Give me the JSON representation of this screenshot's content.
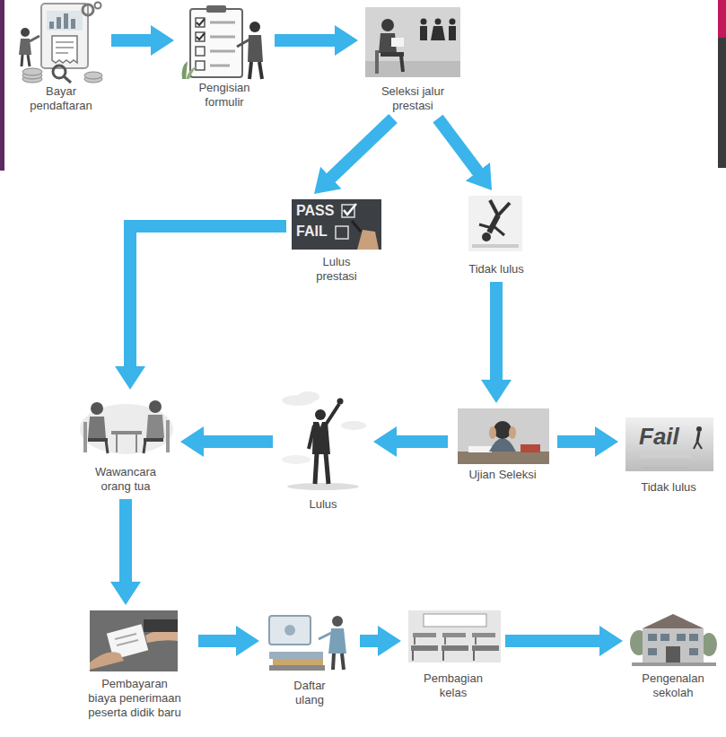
{
  "diagram": {
    "nodes": [
      {
        "text": [
          "Bayar pendaftaran"
        ]
      },
      {
        "text": [
          "Pengisian formulir"
        ]
      },
      {
        "text": [
          "Seleksi jalur prestasi"
        ]
      },
      {
        "text": [
          "Lulus prestasi"
        ]
      },
      {
        "text": [
          "Tidak lulus"
        ]
      },
      {
        "text": [
          "Wawancara orang tua"
        ]
      },
      {
        "text": [
          "Lulus"
        ]
      },
      {
        "text": [
          "Ujian Seleksi"
        ]
      },
      {
        "text": [
          "Tidak lulus"
        ]
      },
      {
        "text": [
          "Pembayaran biaya penerimaan peserta didik baru"
        ]
      },
      {
        "text": [
          "Daftar ulang"
        ]
      },
      {
        "text": [
          "Pembagian kelas"
        ]
      },
      {
        "text": [
          "Pengenalan sekolah"
        ]
      }
    ],
    "edges": [
      {
        "from": 0,
        "to": 1,
        "arrow": "to"
      },
      {
        "from": 1,
        "to": 2,
        "arrow": "to"
      },
      {
        "from": 2,
        "to": 3,
        "arrow": "to"
      },
      {
        "from": 2,
        "to": 4,
        "arrow": "to"
      },
      {
        "from": 3,
        "to": 5,
        "arrow": "to"
      },
      {
        "from": 4,
        "to": 7,
        "arrow": "to"
      },
      {
        "from": 7,
        "to": 6,
        "arrow": "to"
      },
      {
        "from": 7,
        "to": 8,
        "arrow": "to"
      },
      {
        "from": 6,
        "to": 5,
        "arrow": "to"
      },
      {
        "from": 5,
        "to": 9,
        "arrow": "to"
      },
      {
        "from": 9,
        "to": 10,
        "arrow": "to"
      },
      {
        "from": 10,
        "to": 11,
        "arrow": "to"
      },
      {
        "from": 11,
        "to": 12,
        "arrow": "to"
      }
    ],
    "labels": [
      "PASS",
      "FAIL",
      "Fail"
    ]
  }
}
